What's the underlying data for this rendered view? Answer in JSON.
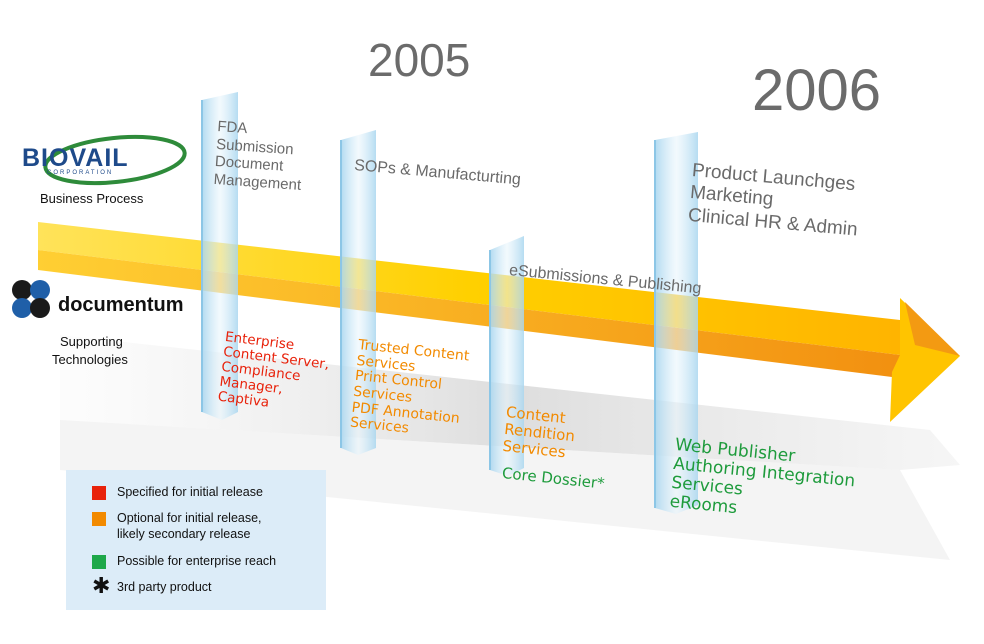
{
  "years": {
    "first": "2005",
    "second": "2006"
  },
  "biovail": {
    "logo_main": "BIOVAIL",
    "logo_sub": "CORPORATION",
    "caption": "Business Process"
  },
  "documentum": {
    "logo_text": "documentum",
    "caption_line1": "Supporting",
    "caption_line2": "Technologies"
  },
  "phases": [
    {
      "text": "FDA\nSubmission\nDocument\nManagement"
    },
    {
      "text": "SOPs & Manufacturting"
    },
    {
      "text": "eSubmissions & Publishing"
    },
    {
      "text": "Product Launchges\nMarketing\nClinical HR & Admin"
    }
  ],
  "technologies": [
    {
      "text": "Enterprise\nContent Server,\nCompliance\nManager,\nCaptiva",
      "color": "#e8220b"
    },
    {
      "text": "Trusted Content\nServices\nPrint Control\nServices\nPDF Annotation\nServices",
      "color": "#f28a00"
    },
    {
      "text": "Content\nRendition\nServices",
      "color": "#f28a00"
    },
    {
      "text": "Core Dossier*",
      "color": "#1e9b3c"
    },
    {
      "text": "Web Publisher\nAuthoring Integration\nServices\neRooms",
      "color": "#1e9b3c"
    }
  ],
  "legend": [
    {
      "marker": "square",
      "color": "#e8220b",
      "label": "Specified for initial release"
    },
    {
      "marker": "square",
      "color": "#f28a00",
      "label": "Optional for initial release,\nlikely secondary release"
    },
    {
      "marker": "square",
      "color": "#1ea84a",
      "label": "Possible for enterprise reach"
    },
    {
      "marker": "asterisk",
      "color": "#111111",
      "label": "3rd party product"
    }
  ],
  "colors": {
    "arrow_top": "#ffd21a",
    "arrow_side": "#f7a21a",
    "panel": "#bfe0f2"
  }
}
